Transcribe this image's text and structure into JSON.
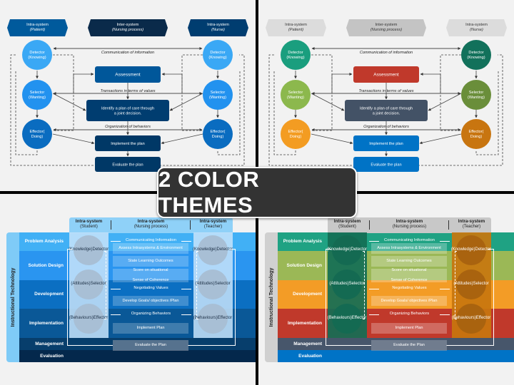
{
  "banner": {
    "title": "2 COLOR THEMES"
  },
  "top_diagram": {
    "headers": [
      {
        "title": "Intra-system",
        "subtitle": "(Patient)"
      },
      {
        "title": "Inter-system",
        "subtitle": "(Nursing process)"
      },
      {
        "title": "Intra-system",
        "subtitle": "(Nurse)"
      }
    ],
    "circles": [
      [
        "Detector",
        "(Knowing)"
      ],
      [
        "Selector",
        "(Wanting)"
      ],
      [
        "Effector(",
        "Doing)"
      ]
    ],
    "boxes": [
      [
        "Assessment"
      ],
      [
        "Identify a plan of care through",
        "a joint decision."
      ],
      [
        "Implement the plan"
      ],
      [
        "Evaluate the plan"
      ]
    ],
    "flow_labels": [
      "Communication of information",
      "Transactions in terms of values",
      "Organization of behaviors"
    ]
  },
  "bottom_diagram": {
    "side_label": "Instructional Technology",
    "headers": [
      {
        "title": "Intra-system",
        "subtitle": "(Student)"
      },
      {
        "title": "Intra-system",
        "subtitle": "(Nursing process)"
      },
      {
        "title": "Intra-system",
        "subtitle": "(Teacher)"
      }
    ],
    "rows": [
      "Problem Analysis",
      "Solution Design",
      "Development",
      "Implementation",
      "Management",
      "Evaluation"
    ],
    "circles": [
      [
        "(Knowledge)",
        "Detector"
      ],
      [
        "(Attitudes)",
        "Selector"
      ],
      [
        "(Behaviours)",
        "Effector"
      ]
    ],
    "flow_labels": [
      "Communicating Information",
      "Negotiating Values",
      "Organizing Behaviors"
    ],
    "boxes": [
      [
        "Assess Intrasystems & Environment"
      ],
      [
        "State Learning Outcomes"
      ],
      [
        "Score on situational",
        "Sense of Coherence"
      ],
      [
        "Develop Goals/ objectives /Plan"
      ],
      [
        "Implement Plan"
      ],
      [
        "Evaluate the Plan"
      ]
    ]
  },
  "themes": {
    "blue": {
      "top_headers": [
        "#005a9c",
        "#0a2a4a",
        "#003d70"
      ],
      "top_header_text": "#ffffff",
      "top_circles": [
        "#3aa8f5",
        "#2292ef",
        "#0a6cc0"
      ],
      "top_circles_right": [
        "#3aa8f5",
        "#2292ef",
        "#0a6cc0"
      ],
      "top_boxes": [
        "#00579a",
        "#003d70",
        "#003866",
        "#003866"
      ],
      "rows": [
        "#41b0f5",
        "#2a95f0",
        "#0b6fc2",
        "#0a5897",
        "#073e6c",
        "#04284c"
      ],
      "side_bar": "#7fcbf7",
      "header_bg": "#8fd1f8",
      "col_left": "rgba(200,228,250,0.85)",
      "col_right": "rgba(200,228,250,0.85)",
      "circle_left": "#a8bfd5",
      "circle_right": "#a8bfd5",
      "circle_text": "#1c2f45",
      "center_box": "rgba(255,255,255,0.22)"
    },
    "multicolor": {
      "top_headers": [
        "#dcdcdc",
        "#c4c4c4",
        "#dcdcdc"
      ],
      "top_header_text": "#333333",
      "top_circles": [
        "#1a9e7e",
        "#8cb84d",
        "#f39c22"
      ],
      "top_circles_right": [
        "#12715b",
        "#6a8e3a",
        "#c87510"
      ],
      "top_boxes": [
        "#c0392b",
        "#435266",
        "#0073c6",
        "#0073c6"
      ],
      "rows": [
        "#1fa283",
        "#9bb856",
        "#f39c26",
        "#c0392b",
        "#47566b",
        "#0073c6"
      ],
      "side_bar": "#d0d0d0",
      "header_bg": "#c8c8c8",
      "col_left": "rgba(20,110,85,0.92)",
      "col_right": "rgba(200,118,14,0.92)",
      "circle_left": "#146a52",
      "circle_right": "#a9630f",
      "circle_text": "#ffffff",
      "center_box": "rgba(255,255,255,0.25)"
    }
  }
}
